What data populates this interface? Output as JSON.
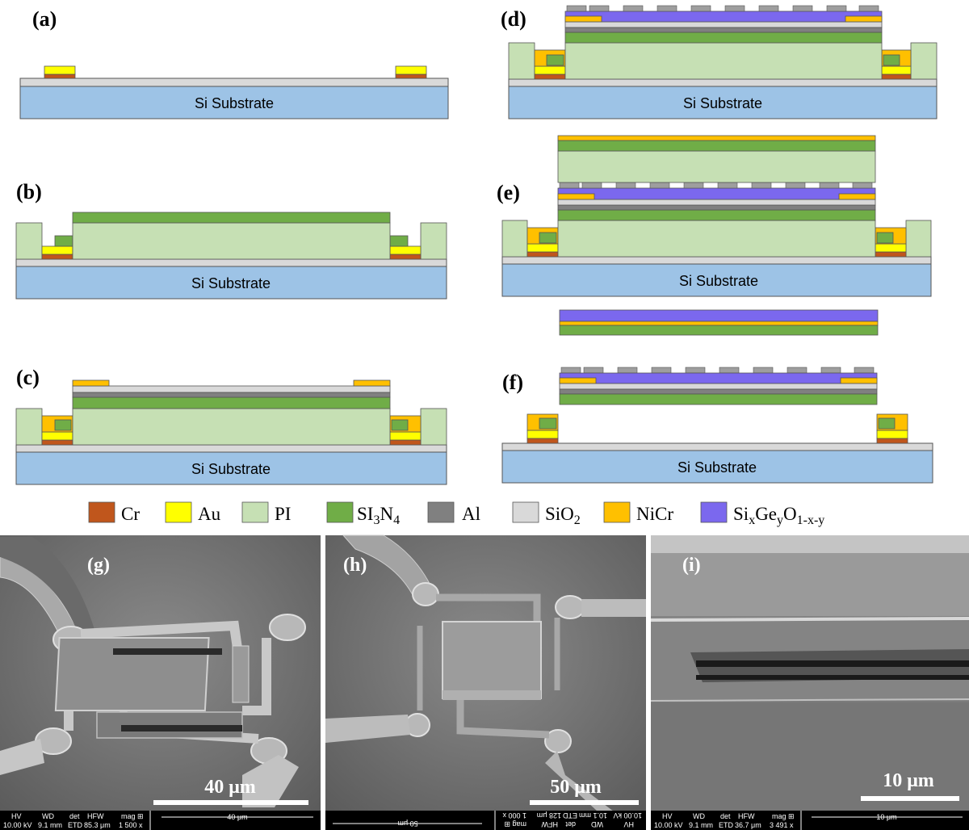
{
  "panels": {
    "a": {
      "letter": "(a)",
      "substrate": "Si Substrate"
    },
    "b": {
      "letter": "(b)",
      "substrate": "Si Substrate"
    },
    "c": {
      "letter": "(c)",
      "substrate": "Si Substrate"
    },
    "d": {
      "letter": "(d)",
      "substrate": "Si Substrate"
    },
    "e": {
      "letter": "(e)",
      "substrate": "Si Substrate"
    },
    "f": {
      "letter": "(f)",
      "substrate": "Si Substrate"
    }
  },
  "legend": [
    {
      "label": "Cr",
      "color": "#c0561c"
    },
    {
      "label": "Au",
      "color": "#ffff00"
    },
    {
      "label": "PI",
      "color": "#c6e0b4"
    },
    {
      "label": "SI3N4",
      "color": "#70ad47"
    },
    {
      "label": "Al",
      "color": "#808080"
    },
    {
      "label": "SiO2",
      "color": "#d9d9d9"
    },
    {
      "label": "NiCr",
      "color": "#ffc000"
    },
    {
      "label": "SixGeyO1-x-y",
      "color": "#7b68ee"
    }
  ],
  "legend_text": {
    "cr": "Cr",
    "au": "Au",
    "pi": "PI",
    "si3n4_main": "SI",
    "si3n4_sub1": "3",
    "si3n4_mid": "N",
    "si3n4_sub2": "4",
    "al": "Al",
    "sio2_main": "SiO",
    "sio2_sub": "2",
    "sige_si": "Si",
    "sige_x": "x",
    "sige_ge": "Ge",
    "sige_y": "y",
    "sige_o": "O",
    "sige_sub": "1-x-y"
  },
  "sem": {
    "g": {
      "letter": "(g)",
      "scale": "40 μm",
      "hv": "HV",
      "hv_val": "10.00 kV",
      "wd": "WD",
      "wd_val": "9.1 mm",
      "det": "det",
      "det_val": "ETD",
      "hfw": "HFW",
      "hfw_val": "85.3 μm",
      "mag": "mag ⊞",
      "mag_val": "1 500 x",
      "bar": "40 μm"
    },
    "h": {
      "letter": "(h)",
      "scale": "50 μm",
      "hv": "HV",
      "hv_val": "10.00 kV",
      "wd": "WD",
      "wd_val": "10.1 mm",
      "det": "det",
      "det_val": "ETD",
      "hfw": "HFW",
      "hfw_val": "128 μm",
      "mag": "mag ⊞",
      "mag_val": "1 000 x",
      "bar": "50 μm"
    },
    "i": {
      "letter": "(i)",
      "scale": "10 μm",
      "hv": "HV",
      "hv_val": "10.00 kV",
      "wd": "WD",
      "wd_val": "9.1 mm",
      "det": "det",
      "det_val": "ETD",
      "hfw": "HFW",
      "hfw_val": "36.7 μm",
      "mag": "mag ⊞",
      "mag_val": "3 491 x",
      "bar": "10 μm"
    }
  }
}
